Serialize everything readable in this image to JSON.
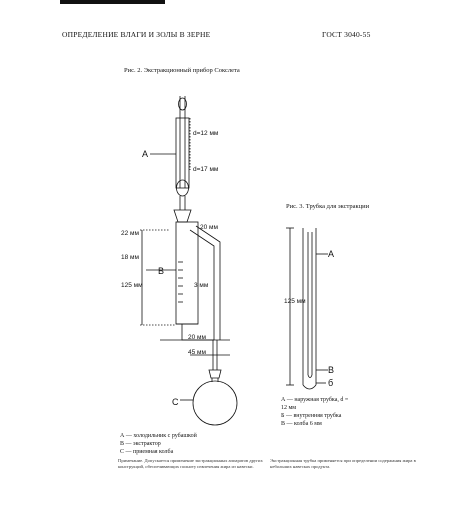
{
  "header": {
    "left": "ОПРЕДЕЛЕНИЕ ВЛАГИ И ЗОЛЫ В ЗЕРНЕ",
    "right": "ГОСТ 3040-55"
  },
  "figure1": {
    "caption": "Рис. 2. Экстракционный прибор Сокслета",
    "labels": {
      "A": "А",
      "B": "В",
      "C": "С",
      "d1": "d=12 мм",
      "d2": "d=17 мм",
      "d3": "20 мм",
      "d4": "22 мм",
      "d5": "18 мм",
      "d6": "3 мм",
      "d7": "20 мм",
      "d8": "45 мм",
      "d9": "125 мм"
    },
    "legend": [
      "А — холодильник с рубашкой",
      "В — экстрактор",
      "С — приемная колба"
    ]
  },
  "figure2": {
    "caption": "Рис. 3. Трубка для экстракции",
    "labels": {
      "A": "А",
      "B": "В",
      "C": "б",
      "d1": "125 мм"
    },
    "legend": [
      "А — наружная трубка, d = 12 мм",
      "Б — внутренняя трубка",
      "В — колба 6 мм"
    ]
  },
  "footnotes": {
    "left": "Примечание. Допускается применение экстракционных аппаратов других конструкций, обеспечивающих полноту извлечения жира из навески.",
    "right": "Экстракционная трубка применяется при определении содержания жира в небольших навесках продукта."
  }
}
